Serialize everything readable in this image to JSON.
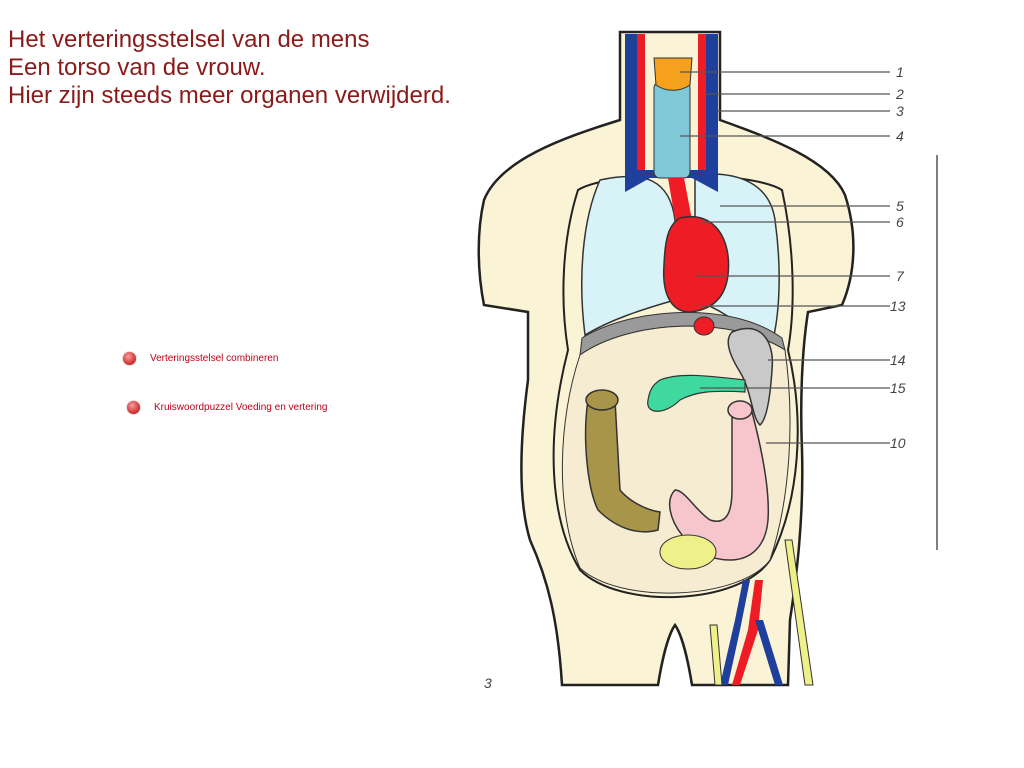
{
  "title": {
    "lines": [
      "Het verteringsstelsel van de mens",
      "Een torso van de vrouw.",
      "Hier zijn steeds meer organen verwijderd."
    ],
    "color": "#8b1a1a"
  },
  "links": [
    {
      "label": "Verteringsstelsel combineren",
      "icon": "red-bullet-icon"
    },
    {
      "label": "Kruiswoordpuzzel Voeding en vertering",
      "icon": "red-bullet-icon"
    }
  ],
  "diagram": {
    "figure_number": "3",
    "callouts": [
      "1",
      "2",
      "3",
      "4",
      "5",
      "6",
      "7",
      "13",
      "14",
      "15",
      "10"
    ],
    "colors": {
      "skin": "#fbf3d6",
      "lung": "#d7f3f8",
      "heart": "#ee1c25",
      "vein": "#1f3f9c",
      "trachea": "#7ec8d8",
      "larynx": "#f6a11d",
      "stomach": "#c9c9c9",
      "pancreas": "#3fd9a0",
      "colon_ascending": "#a8954a",
      "colon_descending": "#f7c6cc",
      "bladder": "#eef08a"
    }
  }
}
